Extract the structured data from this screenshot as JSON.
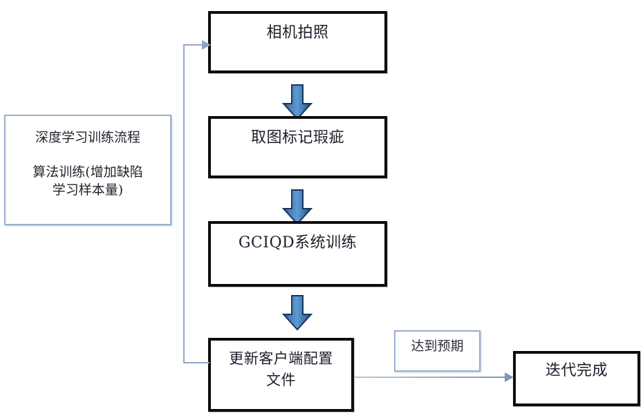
{
  "diagram": {
    "title_note": {
      "line1": "深度学习训练流程",
      "line2": "算法训练(增加缺陷\n学习样本量)"
    },
    "nodes": [
      {
        "id": "camera-capture",
        "label": "相机拍照"
      },
      {
        "id": "mark-defects",
        "label": "取图标记瑕疵"
      },
      {
        "id": "gciqd-training",
        "label": "GCIQD系统训练"
      },
      {
        "id": "update-config",
        "label": "更新客户端配置\n文件"
      },
      {
        "id": "iteration-done",
        "label": "迭代完成"
      }
    ],
    "condition_label": "达到预期",
    "colors": {
      "box_border": "#0d0d0d",
      "light_border": "#9aaecd",
      "arrow_fill_light": "#5b9bd5",
      "arrow_fill_dark": "#1f3864",
      "connector": "#8da4c4",
      "text": "#1d1d2b"
    }
  }
}
